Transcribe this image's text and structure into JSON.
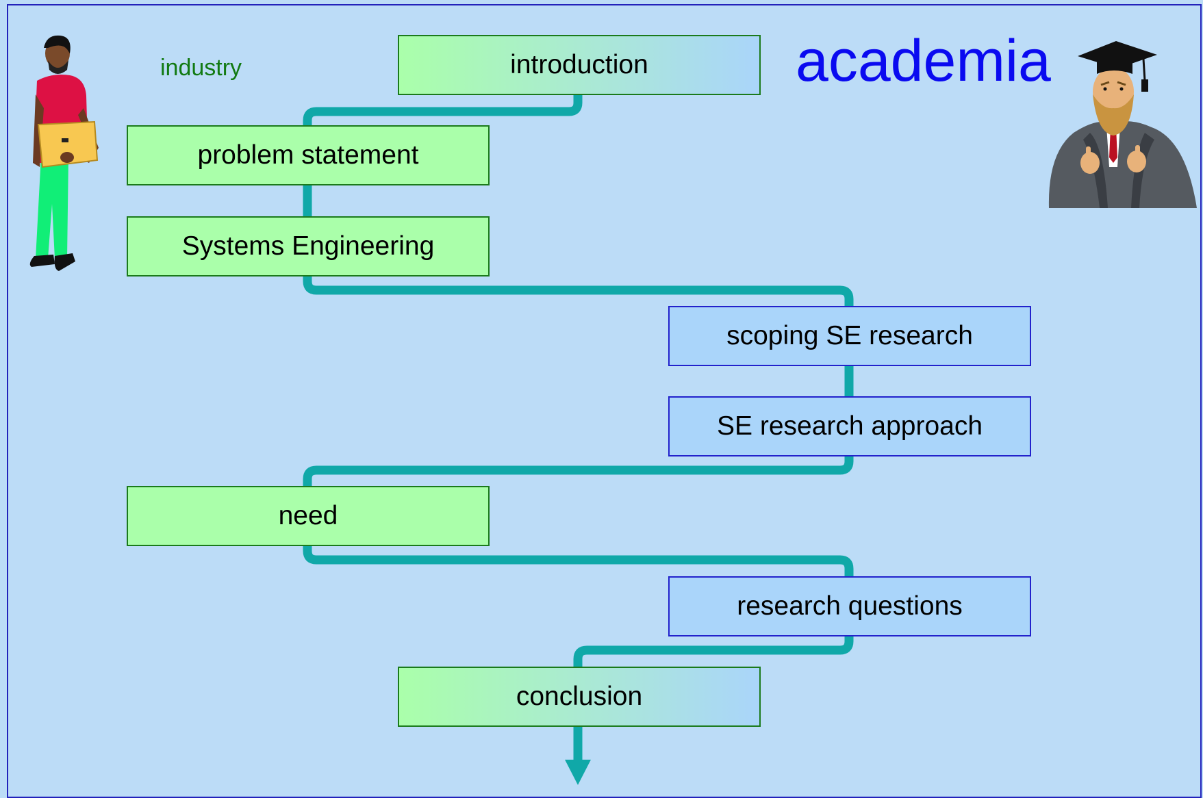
{
  "labels": {
    "industry": "industry",
    "academia": "academia"
  },
  "steps": {
    "introduction": "introduction",
    "problem_statement": "problem statement",
    "systems_engineering": "Systems Engineering",
    "scoping": "scoping SE research",
    "approach": "SE research approach",
    "need": "need",
    "research_questions": "research questions",
    "conclusion": "conclusion"
  },
  "colors": {
    "background": "#bcdcf7",
    "industry_box": "#aaffaa",
    "academia_box": "#aad5fa",
    "connector": "#10a8a8",
    "industry_text": "#127a12",
    "academia_text": "#0a0af0"
  },
  "icons": {
    "industry_person": "industry-person-icon",
    "academic_professor": "academic-professor-icon"
  }
}
